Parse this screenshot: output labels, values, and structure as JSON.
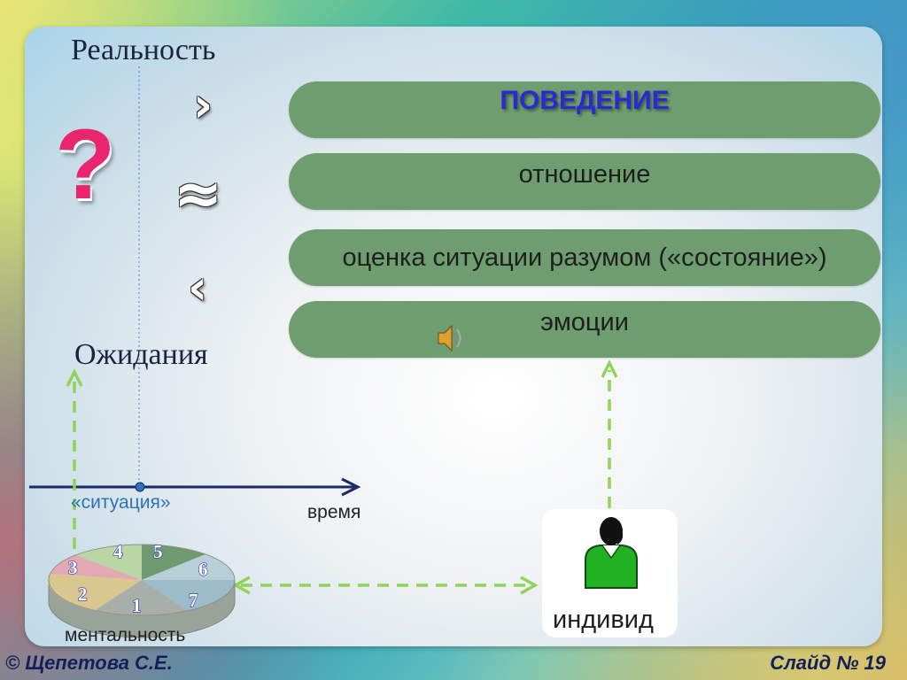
{
  "labels": {
    "reality": "Реальность",
    "expectations": "Ожидания",
    "question_mark": "?",
    "situation": "«ситуация»",
    "time": "время",
    "mentality": "ментальность",
    "individual": "индивид"
  },
  "symbols": {
    "greater": "›",
    "approx": "≈",
    "less": "‹"
  },
  "bars": {
    "behavior": "ПОВЕДЕНИЕ",
    "attitude": "отношение",
    "assessment": "оценка ситуации разумом («состояние»)",
    "emotions": "эмоции"
  },
  "pie": {
    "slices": [
      "1",
      "2",
      "3",
      "4",
      "5",
      "6",
      "7"
    ]
  },
  "footer": {
    "author": "© Щепетова С.Е.",
    "slide": "Слайд № 19"
  },
  "colors": {
    "bar_fill": "#6e9e70",
    "behavior_text": "#2a2ad0",
    "question_mark": "#e8256e",
    "arrow_dashed": "#8fd45a",
    "time_axis": "#1a2a66",
    "individual_body": "#22b122"
  },
  "icons": {
    "speaker": "speaker-icon",
    "person": "person-icon"
  }
}
